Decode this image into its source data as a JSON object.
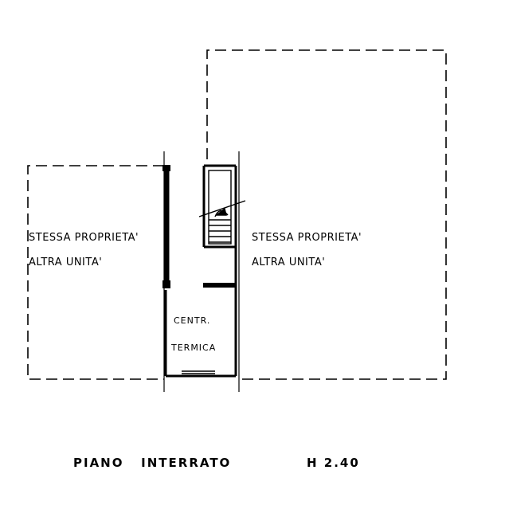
{
  "plan": {
    "left_unit": {
      "line1": "STESSA PROPRIETA'",
      "line2": "ALTRA UNITA'"
    },
    "right_unit": {
      "line1": "STESSA PROPRIETA'",
      "line2": "ALTRA UNITA'"
    },
    "room": {
      "line1": "CENTR.",
      "line2": "TERMICA"
    },
    "caption": {
      "level": "PIANO   INTERRATO",
      "height": "H 2.40"
    }
  }
}
